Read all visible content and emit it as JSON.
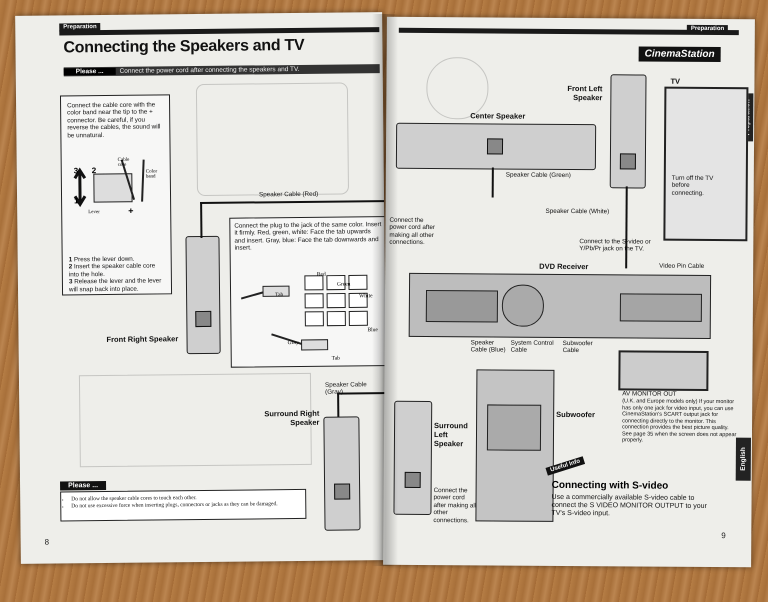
{
  "left_page": {
    "section_tab": "Preparation",
    "title": "Connecting the Speakers and TV",
    "please_label": "Please ...",
    "please_text": "Connect the power cord after connecting the speakers and TV.",
    "cable_box": {
      "intro": "Connect the cable core with the color band near the tip to the + connector. Be careful, if you reverse the cables, the sound will be unnatural.",
      "labels": {
        "num3": "3",
        "num2": "2",
        "num1": "1",
        "cable_core": "Cable core",
        "color_band": "Color band",
        "lever": "Lever",
        "plus": "+"
      },
      "steps": [
        {
          "num": "1",
          "text": "Press the lever down."
        },
        {
          "num": "2",
          "text": "Insert the speaker cable core into the hole."
        },
        {
          "num": "3",
          "text": "Release the lever and the lever will snap back into place."
        }
      ]
    },
    "plug_box": {
      "text": "Connect the plug to the jack of the same color. Insert it firmly. Red, green, white: Face the tab upwards and insert. Gray, blue: Face the tab downwards and insert.",
      "labels": {
        "red": "Red",
        "green": "Green",
        "white": "White",
        "blue": "Blue",
        "tab1": "Tab",
        "tab2": "Tab",
        "gray": "Gray"
      }
    },
    "speaker_cable_red": "Speaker Cable (Red)",
    "speaker_cable_gray": "Speaker Cable (Gray)",
    "front_right_speaker": "Front Right Speaker",
    "surround_right_speaker": "Surround Right Speaker",
    "notes_title": "Please ...",
    "notes": [
      "Do not allow the speaker cable cores to touch each other.",
      "Do not use excessive force when inserting plugs, connectors or jacks as they can be damaged."
    ],
    "page_number": "8"
  },
  "right_page": {
    "section_tab": "Preparation",
    "brand": "CinemaStation",
    "side_tab_top": "Preparation",
    "side_tab_bottom": "English",
    "front_left_speaker": "Front Left Speaker",
    "tv_label": "TV",
    "center_speaker": "Center Speaker",
    "speaker_cable_green": "Speaker Cable (Green)",
    "speaker_cable_white": "Speaker Cable (White)",
    "turn_off_tv": "Turn off the TV before connecting.",
    "connect_power_1": "Connect the power cord after making all other connections.",
    "connect_svideo": "Connect to the S-video or Y/Pb/Pr jack on the TV.",
    "dvd_receiver": "DVD Receiver",
    "video_pin_cable": "Video Pin Cable",
    "speaker_cable_blue": "Speaker Cable (Blue)",
    "system_control_cable": "System Control Cable",
    "subwoofer_cable": "Subwoofer Cable",
    "subwoofer": "Subwoofer",
    "surround_left_speaker": "Surround Left Speaker",
    "connect_power_2": "Connect the power cord after making all other connections.",
    "av_monitor_title": "AV MONITOR OUT",
    "av_monitor_text": "(U.K. and Europe models only) If your monitor has only one jack for video input, you can use CinemaStation's SCART output jack for connecting directly to the monitor. This connection provides the best picture quality. See page 35 when the screen does not appear properly.",
    "useful_info": "Useful Info",
    "svideo_title": "Connecting with S-video",
    "svideo_text": "Use a commercially available S-video cable to connect the S VIDEO MONITOR OUTPUT to your TV's S-video input.",
    "page_number": "9"
  }
}
